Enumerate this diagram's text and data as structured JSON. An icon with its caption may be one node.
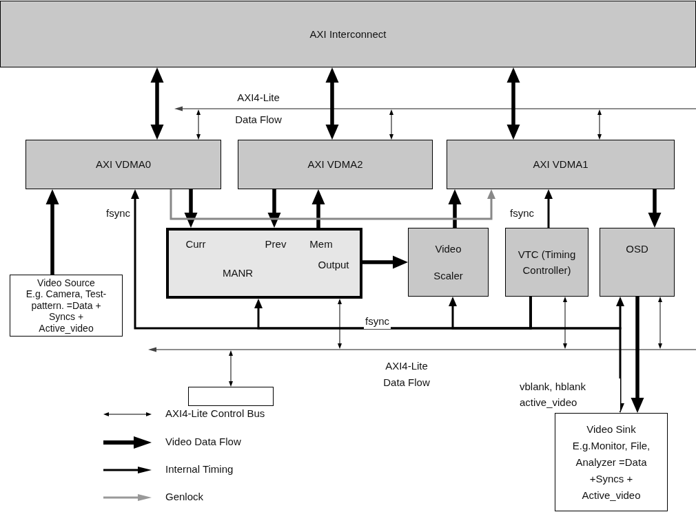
{
  "diagram": {
    "nodes": [
      {
        "text": [
          "AXI Interconnect"
        ]
      },
      {
        "text": [
          "AXI VDMA0"
        ]
      },
      {
        "text": [
          "AXI VDMA2"
        ]
      },
      {
        "text": [
          "AXI VDMA1"
        ]
      },
      {
        "text": [
          "Curr",
          "Prev",
          "Mem",
          "Output",
          "MANR"
        ]
      },
      {
        "text": [
          "Video Scaler"
        ]
      },
      {
        "text": [
          "VTC (Timing Controller)"
        ]
      },
      {
        "text": [
          "OSD"
        ]
      },
      {
        "text": [
          "Video Source",
          "E.g. Camera, Test-pattern. =Data + Syncs + Active_video"
        ]
      },
      {
        "text": [],
        "shape": "box"
      },
      {
        "text": [
          "Video Sink",
          "E.g.Monitor, File, Analyzer =Data +Syncs + Active_video"
        ]
      }
    ],
    "edges": [
      {
        "from": 0,
        "to": 1,
        "arrow": "both",
        "style": "thick"
      },
      {
        "from": 0,
        "to": 2,
        "arrow": "both",
        "style": "thick"
      },
      {
        "from": 0,
        "to": 3,
        "arrow": "both",
        "style": "thick"
      },
      {
        "from": null,
        "to": 1,
        "arrow": "both"
      },
      {
        "from": null,
        "to": 2,
        "arrow": "both"
      },
      {
        "from": null,
        "to": 3,
        "arrow": "both"
      },
      {
        "from": 8,
        "to": 1,
        "arrow": "to",
        "style": "thick"
      },
      {
        "from": 1,
        "to": 4,
        "arrow": "to",
        "style": "thick"
      },
      {
        "from": 2,
        "to": 4,
        "arrow": "to",
        "style": "thick"
      },
      {
        "from": 4,
        "to": 2,
        "arrow": "to",
        "style": "thick"
      },
      {
        "from": 4,
        "to": 5,
        "arrow": "to",
        "style": "thick"
      },
      {
        "from": 5,
        "to": 3,
        "arrow": "to",
        "style": "thick"
      },
      {
        "from": 3,
        "to": 7,
        "arrow": "to",
        "style": "thick"
      },
      {
        "from": 7,
        "to": 10,
        "arrow": "to",
        "style": "thick"
      },
      {
        "from": 1,
        "to": 3,
        "arrow": "to",
        "color": "#888888"
      },
      {
        "from": 6,
        "to": 3,
        "arrow": "to",
        "label": "fsync"
      },
      {
        "from": 6,
        "to": 1,
        "arrow": "to",
        "label": "fsync"
      },
      {
        "from": 6,
        "to": 4,
        "arrow": "to",
        "label": "fsync"
      },
      {
        "from": 6,
        "to": 5,
        "arrow": "to"
      },
      {
        "from": 6,
        "to": 7,
        "arrow": "to"
      },
      {
        "from": 6,
        "to": 10,
        "arrow": "to",
        "label": "vblank, hblank active_video"
      },
      {
        "from": 4,
        "to": null,
        "arrow": "both"
      },
      {
        "from": 6,
        "to": null,
        "arrow": "both"
      },
      {
        "from": 7,
        "to": null,
        "arrow": "both"
      },
      {
        "from": 9,
        "to": null,
        "arrow": "both"
      }
    ],
    "labels": [
      "AXI4-Lite Data Flow",
      "AXI4-Lite Data Flow"
    ],
    "legend": [
      {
        "text": "AXI4-Lite Control Bus"
      },
      {
        "text": "Video Data Flow"
      },
      {
        "text": "Internal Timing"
      },
      {
        "text": "Genlock"
      }
    ]
  }
}
